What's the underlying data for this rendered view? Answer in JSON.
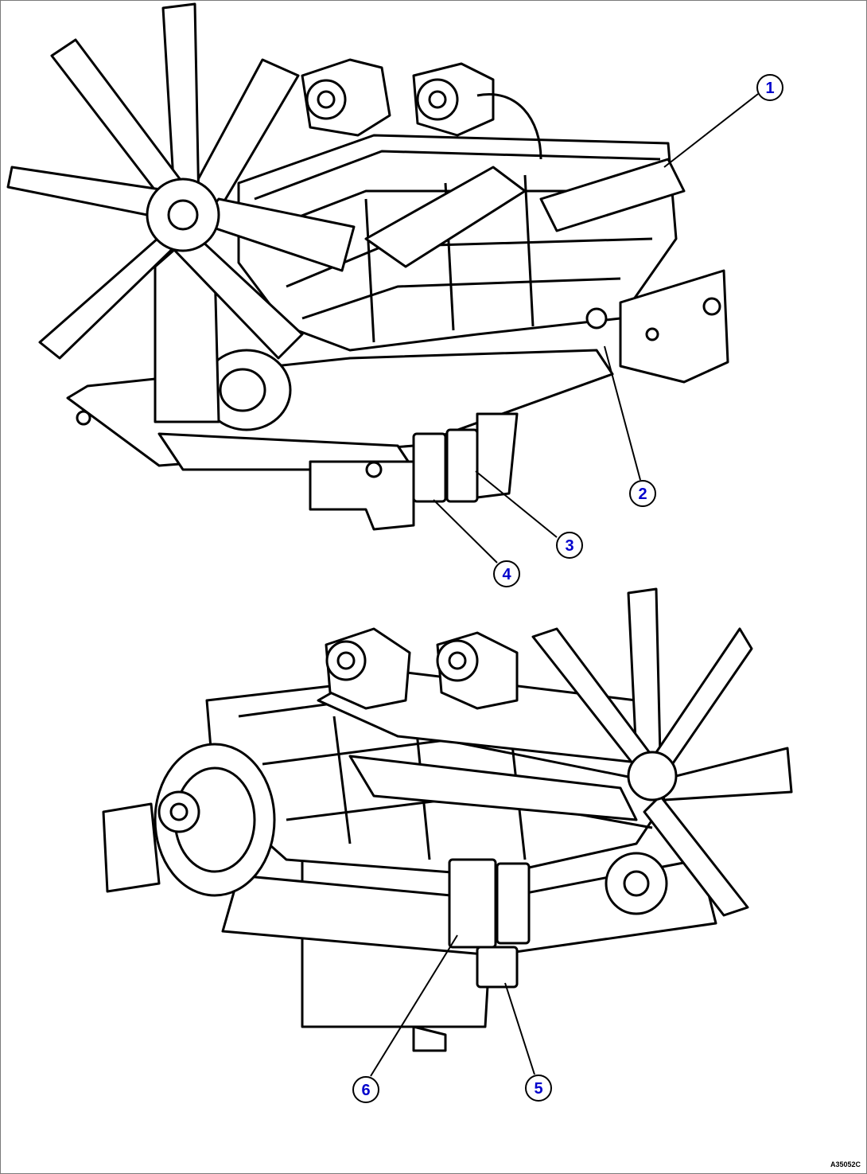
{
  "callout_color": "#0000cc",
  "line_color": "#000000",
  "figure_code": "A35052C",
  "top_view": {
    "callouts": [
      {
        "label": "1"
      },
      {
        "label": "2"
      },
      {
        "label": "3"
      },
      {
        "label": "4"
      }
    ]
  },
  "bottom_view": {
    "callouts": [
      {
        "label": "5"
      },
      {
        "label": "6"
      }
    ]
  }
}
